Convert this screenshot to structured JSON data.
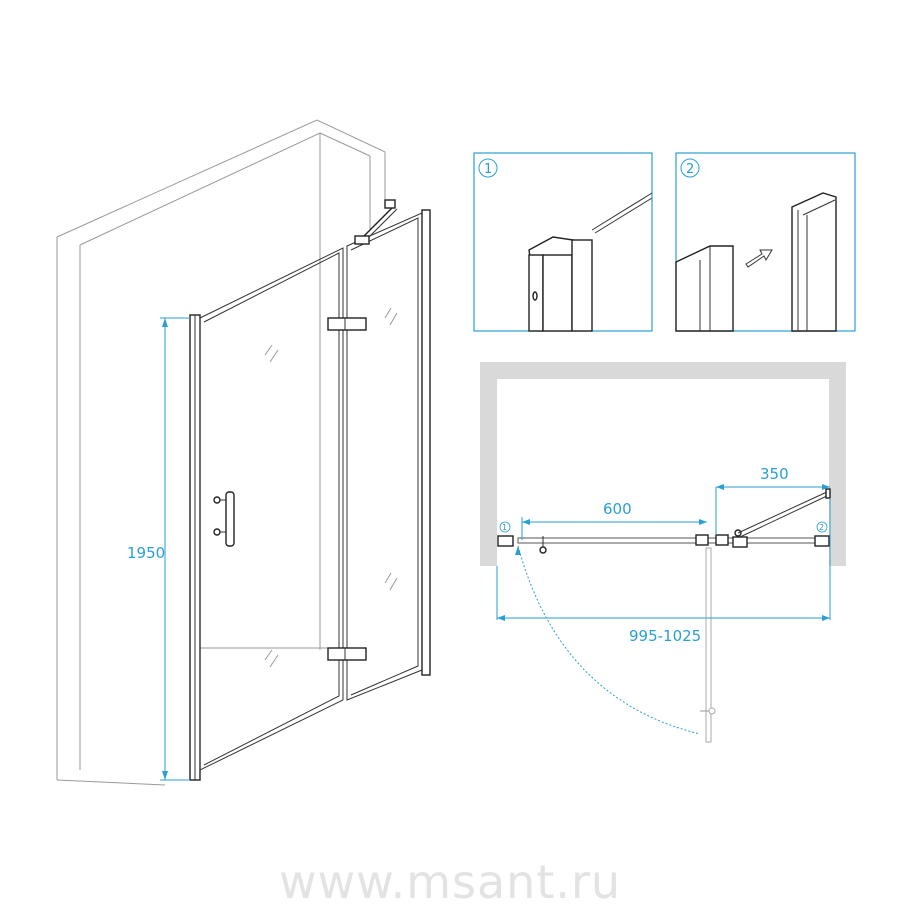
{
  "dimensions": {
    "height": "1950",
    "door_width": "600",
    "fixed_panel_width": "350",
    "total_width": "995-1025"
  },
  "details": [
    {
      "label": "1"
    },
    {
      "label": "2"
    }
  ],
  "plan_markers": {
    "left": "1",
    "right": "2"
  },
  "watermark": "www.msant.ru",
  "colors": {
    "dimension": "#2a9fd6",
    "wall": "#d9d9d9",
    "line": "#333333"
  }
}
